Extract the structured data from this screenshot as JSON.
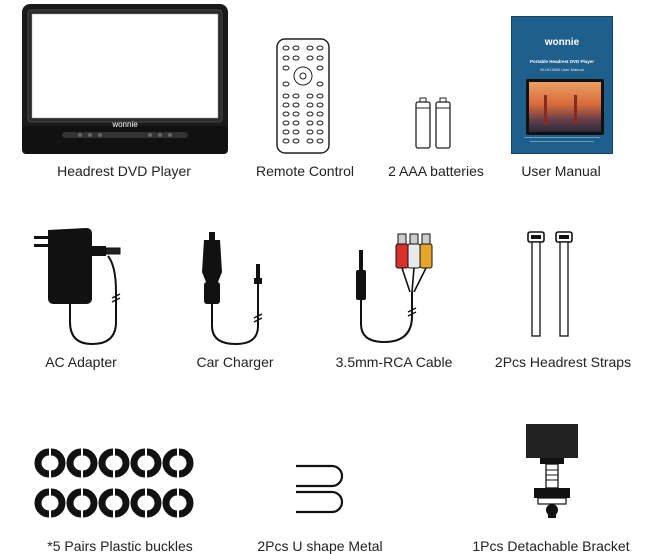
{
  "items": {
    "dvd_player": {
      "label": "Headrest DVD Player",
      "brand": "wonnie"
    },
    "remote": {
      "label": "Remote Control"
    },
    "batteries": {
      "label": "2 AAA batteries"
    },
    "manual": {
      "label": "User Manual",
      "brand": "wonnie",
      "title": "Portable Headrest DVD Player",
      "subtitle": "W-HD1560 User Manual"
    },
    "ac_adapter": {
      "label": "AC Adapter"
    },
    "car_charger": {
      "label": "Car Charger"
    },
    "rca_cable": {
      "label": "3.5mm-RCA Cable"
    },
    "straps": {
      "label": "2Pcs Headrest Straps"
    },
    "buckles": {
      "label": "*5 Pairs Plastic buckles"
    },
    "u_metal": {
      "label": "2Pcs U shape Metal"
    },
    "bracket": {
      "label": "1Pcs Detachable Bracket"
    }
  },
  "colors": {
    "manual_cover": "#1f5f8b",
    "rca_red": "#d9302b",
    "rca_yellow": "#e6a52a",
    "rca_white": "#e9e9e9"
  }
}
